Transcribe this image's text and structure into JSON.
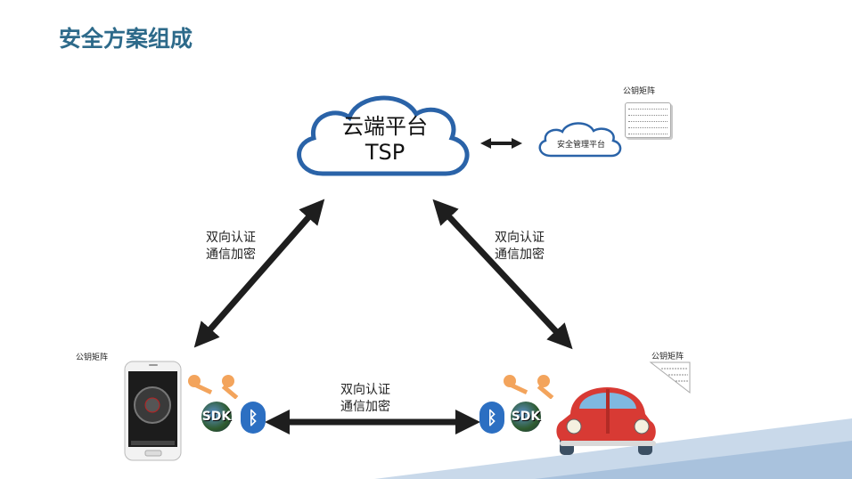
{
  "title": "安全方案组成",
  "cloud": {
    "line1": "云端平台",
    "line2": "TSP"
  },
  "security_platform": "安全管理平台",
  "matrix_label": "公钥矩阵",
  "auth_line1": "双向认证",
  "auth_line2": "通信加密",
  "sdk_label": "SDK",
  "bluetooth_icon": "bluetooth-icon",
  "colors": {
    "title": "#2d6a8a",
    "cloud_stroke": "#2a63a8",
    "arrow": "#1e1e1e",
    "car": "#d83a34",
    "key": "#f3a45c",
    "bluetooth": "#2c6fc2"
  }
}
